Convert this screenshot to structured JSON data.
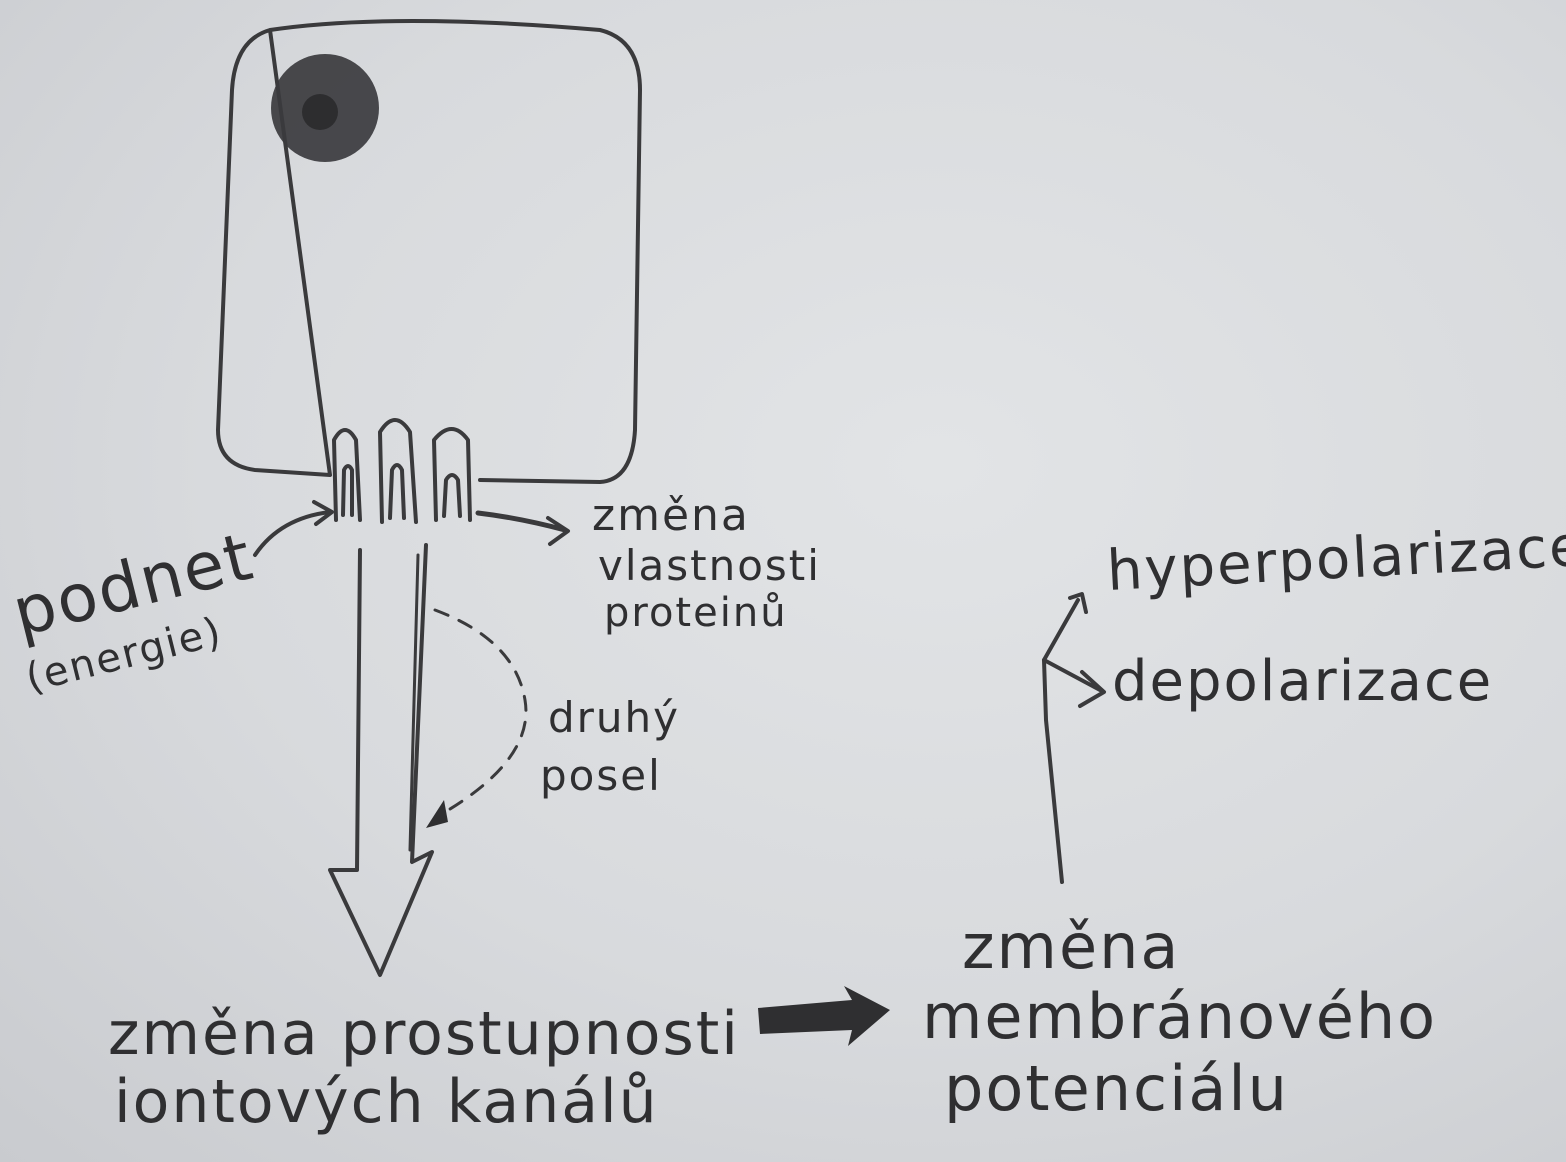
{
  "labels": {
    "stimulus": "podnet",
    "energy": "(energie)",
    "protein_change": [
      "změna",
      "vlastnosti",
      "proteinů"
    ],
    "second_messenger": [
      "druhý",
      "posel"
    ],
    "permeability_change": [
      "změna prostupnosti",
      "iontových kanálů"
    ],
    "potential_change": [
      "změna",
      "membránového",
      "potenciálu"
    ],
    "hyperpolarization": "hyperpolarizace",
    "depolarization": "depolarizace"
  }
}
